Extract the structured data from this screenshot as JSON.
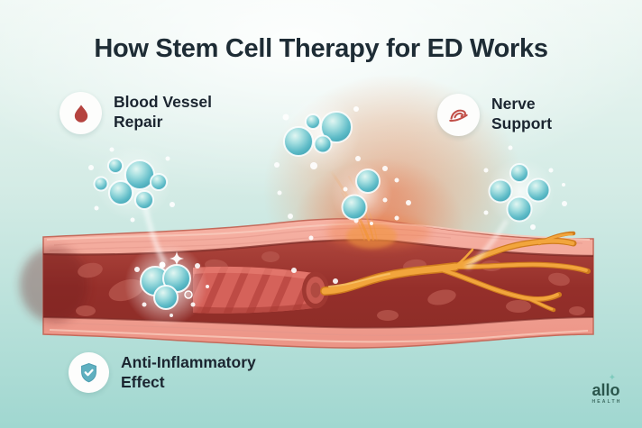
{
  "title": "How Stem Cell Therapy for ED Works",
  "features": [
    {
      "label_line1": "Blood Vessel",
      "label_line2": "Repair",
      "icon": "blood-drop-icon"
    },
    {
      "label_line1": "Nerve",
      "label_line2": "Support",
      "icon": "nerve-icon"
    },
    {
      "label_line1": "Anti-Inflammatory",
      "label_line2": "Effect",
      "icon": "shield-check-icon"
    }
  ],
  "logo": {
    "brand": "allo",
    "subtext": "HEALTH",
    "sparkle_glyph": "✦"
  },
  "colors": {
    "background_top": "#eff8f4",
    "background_bottom": "#a0d7d0",
    "title_text": "#1e2c35",
    "label_text": "#1b2530",
    "vessel_wall_pink": "#f1a294",
    "vessel_lumen_red": "#9c3830",
    "stem_cell_teal": "#5cbac6",
    "nerve_fiber_orange": "#f2a53c",
    "healing_glow_orange": "#f07a4a",
    "blood_drop_red": "#b5433f",
    "nerve_icon_red": "#c14f48",
    "shield_teal": "#5fb0c0",
    "logo_green": "#2a564c"
  }
}
